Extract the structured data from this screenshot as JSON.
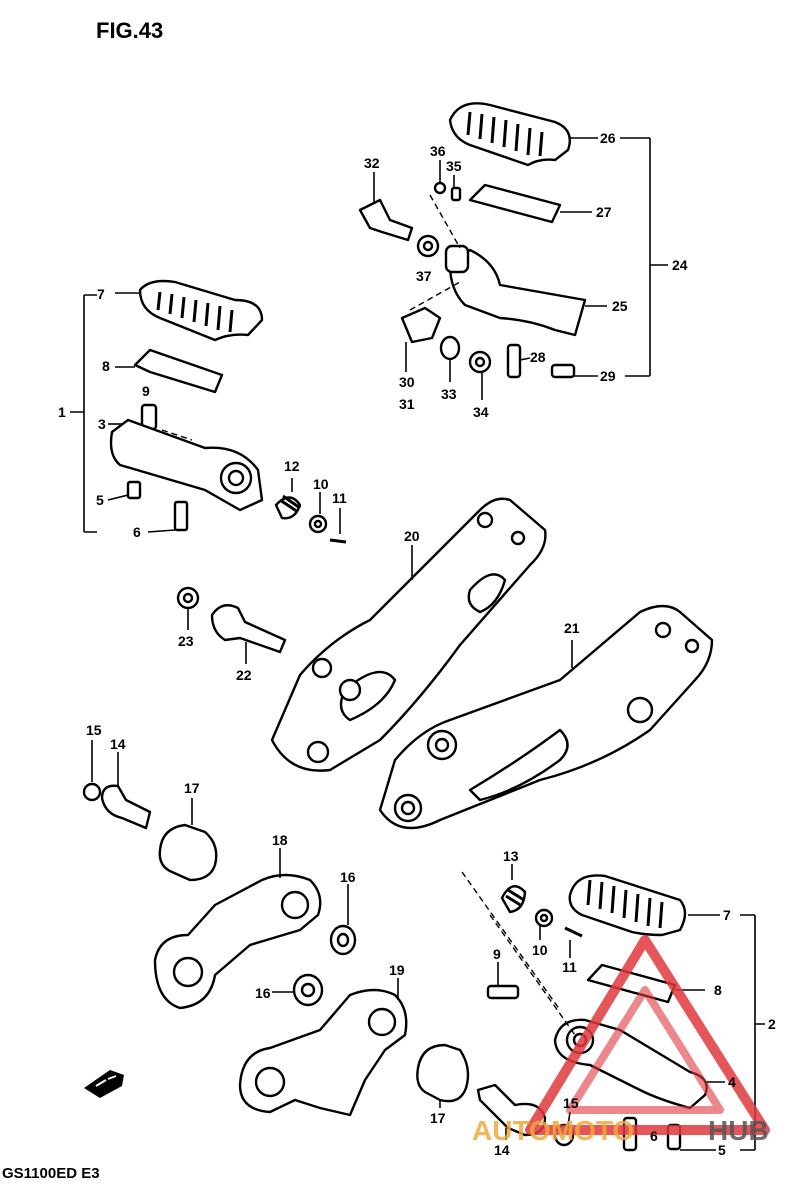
{
  "figure": {
    "title": "FIG.43",
    "model": "GS1100ED E3"
  },
  "callouts": {
    "c1": "1",
    "c2": "2",
    "c3": "3",
    "c4": "4",
    "c5a": "5",
    "c5b": "5",
    "c6a": "6",
    "c6b": "6",
    "c7a": "7",
    "c7b": "7",
    "c8a": "8",
    "c8b": "8",
    "c9a": "9",
    "c9b": "9",
    "c10a": "10",
    "c10b": "10",
    "c11a": "11",
    "c11b": "11",
    "c12": "12",
    "c13": "13",
    "c14a": "14",
    "c14b": "14",
    "c15a": "15",
    "c15b": "15",
    "c16a": "16",
    "c16b": "16",
    "c17a": "17",
    "c17b": "17",
    "c18": "18",
    "c19": "19",
    "c20": "20",
    "c21": "21",
    "c22": "22",
    "c23": "23",
    "c24": "24",
    "c25": "25",
    "c26": "26",
    "c27": "27",
    "c28": "28",
    "c29": "29",
    "c30": "30",
    "c31": "31",
    "c32": "32",
    "c33": "33",
    "c34": "34",
    "c35": "35",
    "c36": "36",
    "c37": "37"
  },
  "watermark": {
    "part1": "AUTOMOTO",
    "part2": "HUB"
  },
  "colors": {
    "ink": "#000000",
    "paper": "#ffffff",
    "watermark_red": "#e0393e",
    "watermark_orange": "#f2a93b",
    "watermark_gray": "#555555"
  },
  "icons": {
    "fwd": "fwd-arrow-icon",
    "logo": "automotohub-logo-icon"
  }
}
